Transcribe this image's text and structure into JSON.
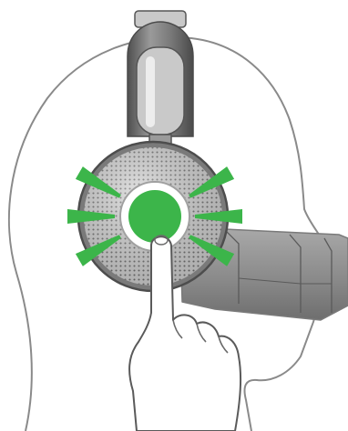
{
  "diagram": {
    "colors": {
      "background": "#ffffff",
      "outline": "#8a8a8a",
      "headband_dark": "#5e5e5e",
      "headband_light": "#c9c9c9",
      "earcup_mesh": "#bdbdbd",
      "earcup_rim": "#7a7a7a",
      "button": "#3cb54a",
      "indicator": "#3cb54a",
      "visor": "#8f8f8f"
    },
    "components": [
      {
        "name": "head-silhouette",
        "icon": "head-icon"
      },
      {
        "name": "headband",
        "icon": "headband-icon"
      },
      {
        "name": "earcup",
        "icon": "speaker-mesh-icon"
      },
      {
        "name": "center-button",
        "icon": "circle-button-icon",
        "state": "pressed"
      },
      {
        "name": "visor",
        "icon": "visor-icon"
      },
      {
        "name": "hand",
        "icon": "pointing-hand-icon"
      }
    ],
    "indicator_count": 6
  }
}
